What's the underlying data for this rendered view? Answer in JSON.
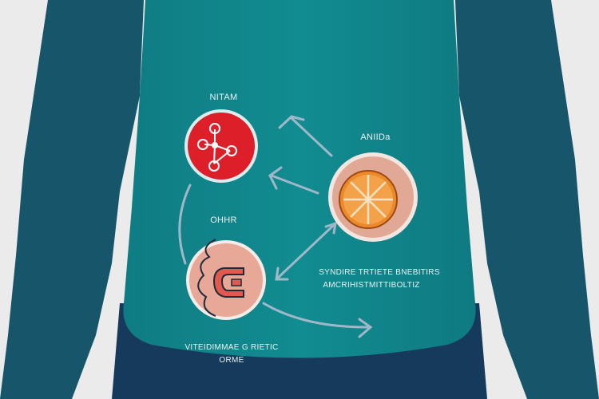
{
  "labels": {
    "top_left": "NITAM",
    "top_right": "ANIIDa",
    "middle_left": "OHHR",
    "right_caption_line1": "SYNDIRE TRTIETE BNEBITIRS",
    "right_caption_line2": "AMCRIHISTMITTIBOLTIZ",
    "bottom_caption_line1": "VITEIDIMMAE G RIETIC",
    "bottom_caption_line2": "ORME"
  },
  "icons": [
    "molecule-icon",
    "orange-slice-icon",
    "gut-icon"
  ],
  "colors": {
    "background": "#ebebeb",
    "arms": "#17566a",
    "torso": "#10868c",
    "pants": "#163a5c",
    "molecule_circle": "#dd1f2a",
    "orange": "#ec8a2a",
    "gut_circle": "#e8a898",
    "arrow": "#9fb8c8"
  }
}
